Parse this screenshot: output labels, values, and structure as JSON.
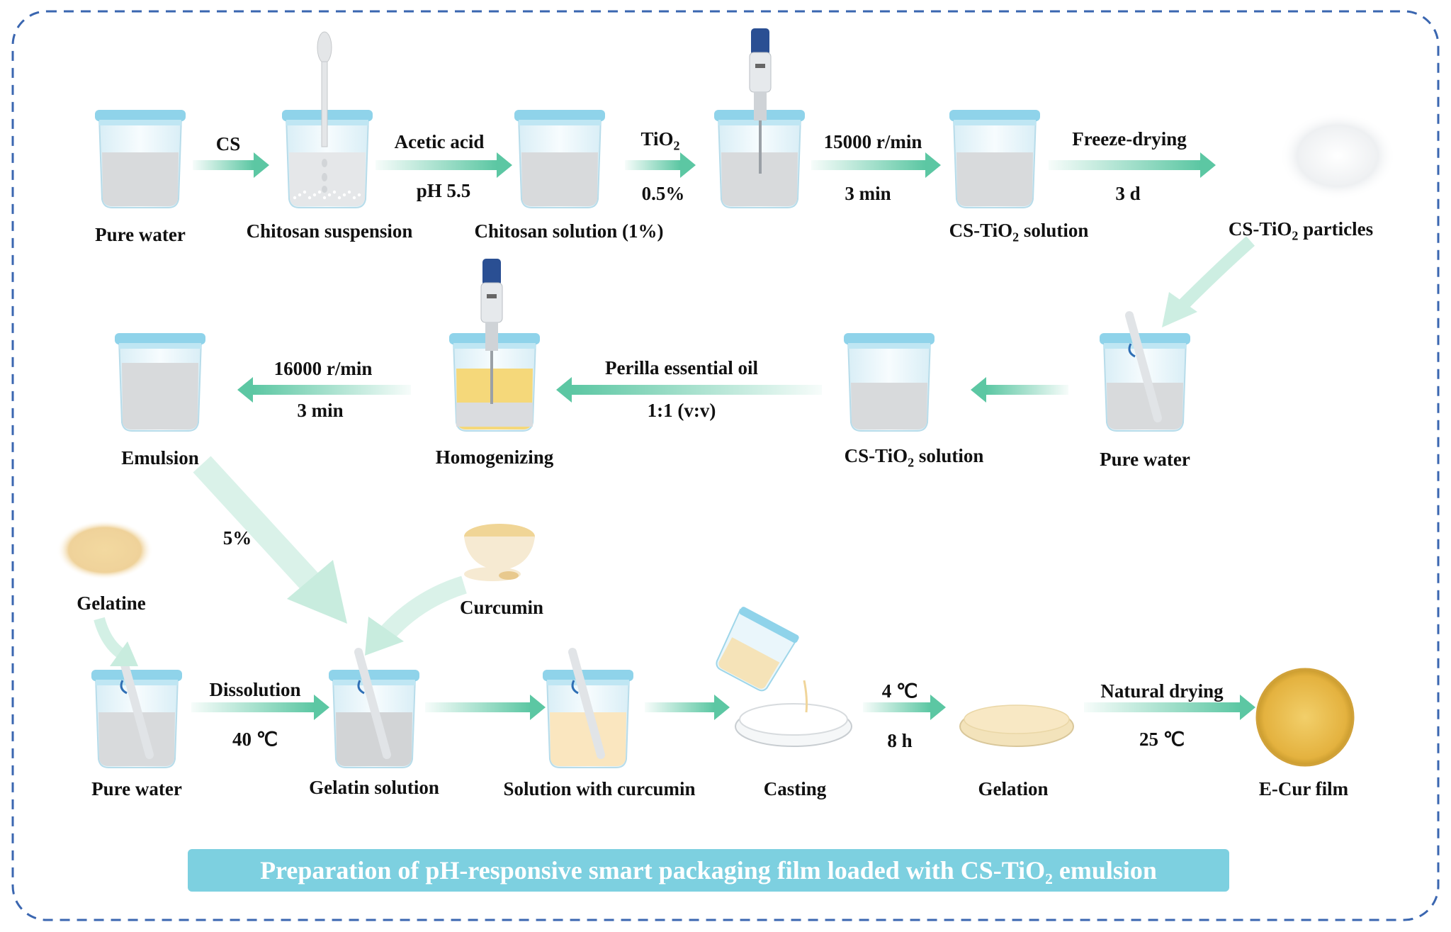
{
  "labels": {
    "pure_water_1": "Pure water",
    "cs": "CS",
    "chitosan_suspension": "Chitosan suspension",
    "acetic_acid": "Acetic acid",
    "ph": "pH 5.5",
    "chitosan_solution": "Chitosan solution (1%)",
    "tio2_pct": "0.5%",
    "rpm_15000": "15000 r/min",
    "min_3_a": "3 min",
    "cs_tio2_solution_1_prefix": "CS-TiO",
    "cs_tio2_solution_1_suffix": " solution",
    "freeze_drying": "Freeze-drying",
    "d3": "3 d",
    "cs_tio2_particles_prefix": "CS-TiO",
    "cs_tio2_particles_suffix": " particles",
    "pure_water_2": "Pure water",
    "cs_tio2_solution_2_prefix": "CS-TiO",
    "cs_tio2_solution_2_suffix": " solution",
    "perilla": "Perilla essential oil",
    "ratio": "1:1 (v:v)",
    "homogenizing": "Homogenizing",
    "rpm_16000": "16000 r/min",
    "min_3_b": "3 min",
    "emulsion": "Emulsion",
    "five_pct": "5%",
    "gelatine": "Gelatine",
    "curcumin": "Curcumin",
    "pure_water_3": "Pure water",
    "dissolution": "Dissolution",
    "c40": "40 ℃",
    "gelatin_solution": "Gelatin solution",
    "solution_curcumin": "Solution with curcumin",
    "casting": "Casting",
    "c4": "4 ℃",
    "h8": "8 h",
    "gelation": "Gelation",
    "natural_drying": "Natural drying",
    "c25": "25 ℃",
    "ecur": "E-Cur film",
    "tio2_top_prefix": "TiO",
    "sub2": "2"
  },
  "banner": "Preparation of pH-responsive smart packaging film loaded with CS-TiO₂ emulsion",
  "colors": {
    "frame_dash": "#3a66b0",
    "arrow": "#5cc7a3",
    "beaker_blue": "#8fd3ea",
    "banner_bg": "#7dd0e0",
    "oil": "#f5d87a",
    "curcumin_liquid": "#fae6bf",
    "film": "#e9b94a"
  }
}
